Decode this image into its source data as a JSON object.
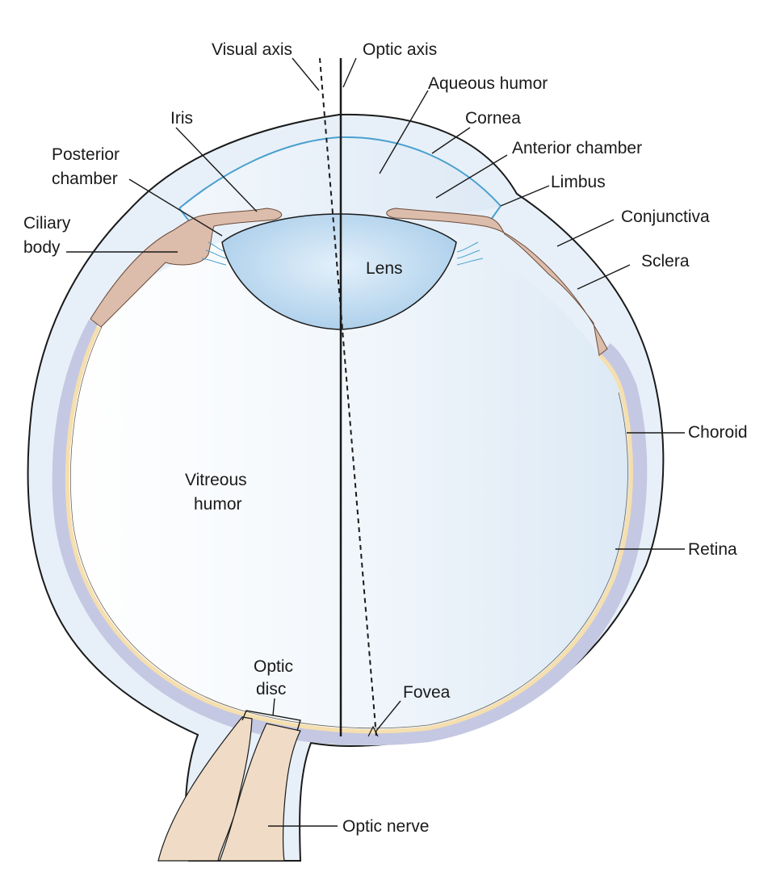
{
  "colors": {
    "sclera_fill": "#e7f0f8",
    "outline": "#1a1a1a",
    "choroid": "#c5c8e2",
    "retina": "#f6dfae",
    "ciliary_iris": "#dcbcab",
    "cornea_line": "#4a9fcf",
    "lens": "#b8d6ee",
    "optic_nerve": "#f0dcc6"
  },
  "labels": {
    "visual_axis": "Visual axis",
    "optic_axis": "Optic axis",
    "aqueous_humor": "Aqueous humor",
    "cornea": "Cornea",
    "iris": "Iris",
    "anterior_chamber": "Anterior chamber",
    "posterior_chamber": [
      "Posterior",
      "chamber"
    ],
    "limbus": "Limbus",
    "ciliary_body": [
      "Ciliary",
      "body"
    ],
    "conjunctiva": "Conjunctiva",
    "sclera": "Sclera",
    "lens": "Lens",
    "choroid": "Choroid",
    "vitreous_humor": [
      "Vitreous",
      "humor"
    ],
    "retina": "Retina",
    "optic_disc": [
      "Optic",
      "disc"
    ],
    "fovea": "Fovea",
    "optic_nerve": "Optic nerve"
  }
}
